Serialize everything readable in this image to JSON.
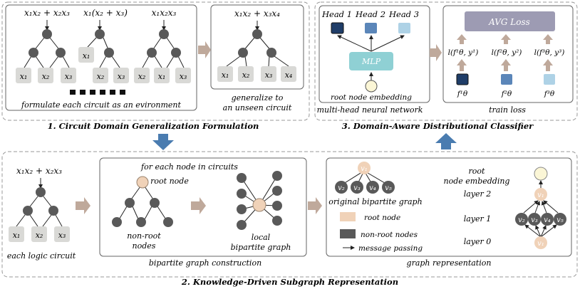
{
  "colors": {
    "node_gray": "#595959",
    "leaf_box": "#d9d9d6",
    "root_node": "#f0d2b8",
    "emb_node": "#fbf6d6",
    "arrow": "#bfa99b",
    "blue_arrow": "#4a7cb0",
    "mlp": "#8fd0d4",
    "loss_box": "#9d9bb3",
    "head1": "#1f3d68",
    "head2": "#5b86b9",
    "head3": "#aed2e6",
    "panel_border": "#888888"
  },
  "section1": {
    "title": "1. Circuit Domain Generalization Formulation",
    "formulate_caption": "formulate each circuit as an evironment",
    "generalize_caption": [
      "generalize to",
      "an unseen circuit"
    ],
    "circuit1_expr": "x₁x₂ + x₂x₃",
    "circuit2_expr": "x₁(x₂ + x₃)",
    "circuit3_expr": "x₁x₂x₃",
    "circuit4_expr": "x₁x₂ + x₃x₄",
    "leaves1": [
      "x₁",
      "x₂",
      "x₃"
    ],
    "leaves2_left": "x₁",
    "leaves2": [
      "x₂",
      "x₃"
    ],
    "leaves3": [
      "x₂",
      "x₁",
      "x₃"
    ],
    "leaves4": [
      "x₁",
      "x₂",
      "x₃",
      "x₄"
    ]
  },
  "section3": {
    "title": "3. Domain-Aware Distributional Classifier",
    "heads": [
      "Head 1",
      "Head 2",
      "Head 3"
    ],
    "mlp_label": "MLP",
    "root_embedding_label": "root node embedding",
    "network_caption": "multi-head neural network",
    "avg_loss_label": "AVG Loss",
    "losses": [
      "l(f¹θ, y¹)",
      "l(f²θ, y²)",
      "l(f³θ, y³)"
    ],
    "outputs": [
      "f¹θ",
      "f²θ",
      "f³θ"
    ],
    "train_loss_caption": "train loss"
  },
  "section2": {
    "title": "2. Knowledge-Driven Subgraph Representation",
    "circuit_expr": "x₁x₂ + x₂x₃",
    "leaves": [
      "x₁",
      "x₂",
      "x₃"
    ],
    "each_logic_circuit": "each logic circuit",
    "for_each_node": "for each node in circuits",
    "root_node_label": "root node",
    "non_root_label": [
      "non-root",
      "nodes"
    ],
    "local_bipartite": [
      "local",
      "bipartite graph"
    ],
    "construction_caption": "bipartite graph construction",
    "bip_root": "v₁",
    "bip_nodes": [
      "v₂",
      "v₃",
      "v₄",
      "v₅"
    ],
    "original_bipartite": "original bipartite graph",
    "legend_root": "root node",
    "legend_nonroot": "non-root nodes",
    "legend_msg": "message passing",
    "root_node_embedding": [
      "root",
      "node embedding"
    ],
    "layers": [
      "layer 2",
      "layer 1",
      "layer 0"
    ],
    "layer_root_top": "v₁",
    "layer_root_bottom": "v₁",
    "representation_caption": "graph representation"
  }
}
